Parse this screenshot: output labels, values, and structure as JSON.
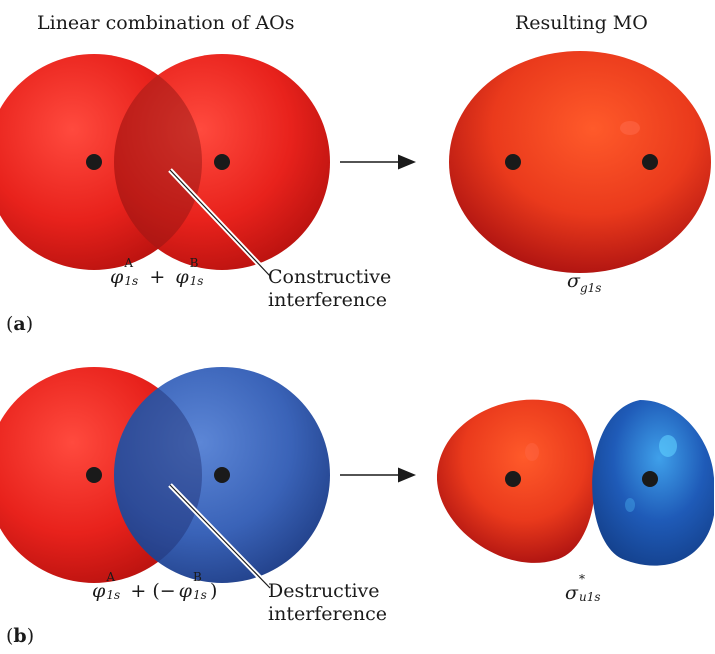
{
  "headers": {
    "left": "Linear combination of AOs",
    "right": "Resulting MO"
  },
  "panel_a": {
    "label_open": "(",
    "label_letter": "a",
    "label_close": ")",
    "formula_left_phi": "φ",
    "formula_left_sub": "1s",
    "formula_left_sup": "A",
    "formula_op": "+",
    "formula_right_phi": "φ",
    "formula_right_sub": "1s",
    "formula_right_sup": "B",
    "annotation_line1": "Constructive",
    "annotation_line2": "interference",
    "mo_symbol": "σ",
    "mo_sub": "g1s",
    "colors": {
      "left_orbital": "#e8221c",
      "right_orbital": "#e8221c",
      "overlap": "#b11d18",
      "mo": "#e33a1e"
    }
  },
  "panel_b": {
    "label_open": "(",
    "label_letter": "b",
    "label_close": ")",
    "formula_left_phi": "φ",
    "formula_left_sub": "1s",
    "formula_left_sup": "A",
    "formula_op": "+ (−",
    "formula_right_phi": "φ",
    "formula_right_sub": "1s",
    "formula_right_sup": "B",
    "formula_close": ")",
    "annotation_line1": "Destructive",
    "annotation_line2": "interference",
    "mo_symbol": "σ",
    "mo_sup": "*",
    "mo_sub": "u1s",
    "colors": {
      "left_orbital": "#e8221c",
      "right_orbital": "#3a63b8",
      "overlap": "#2c3f8a",
      "mo_left": "#e33a1e",
      "mo_right": "#1f5bb8"
    }
  },
  "arrow_icon": "right-arrow-icon",
  "nucleus_color": "#1a1a1a"
}
